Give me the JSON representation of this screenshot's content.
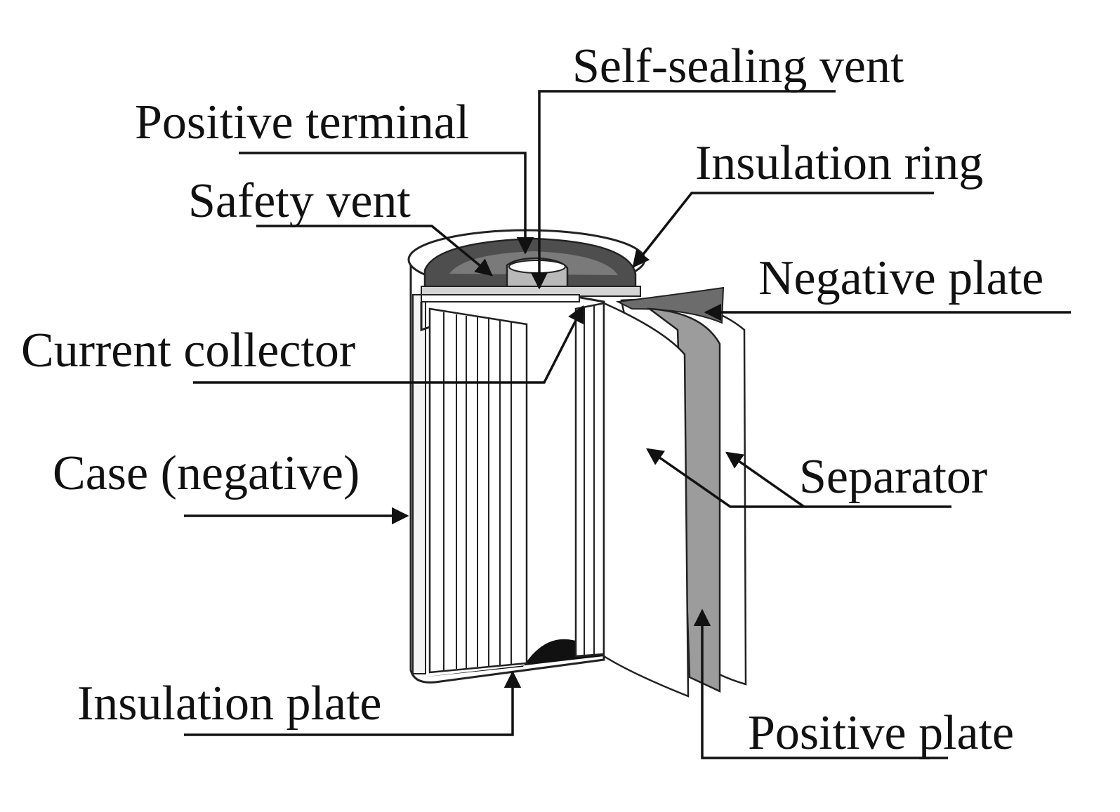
{
  "labels": {
    "self_sealing_vent": "Self-sealing vent",
    "positive_terminal": "Positive terminal",
    "insulation_ring": "Insulation ring",
    "safety_vent": "Safety vent",
    "negative_plate": "Negative plate",
    "current_collector": "Current collector",
    "case_negative": "Case (negative)",
    "separator": "Separator",
    "insulation_plate": "Insulation plate",
    "positive_plate": "Positive plate"
  },
  "colors": {
    "ink": "#111111",
    "dark_fill": "#5a5a5a",
    "mid_fill": "#8c8c8c",
    "light_fill": "#c8c8c8",
    "background": "#ffffff"
  }
}
